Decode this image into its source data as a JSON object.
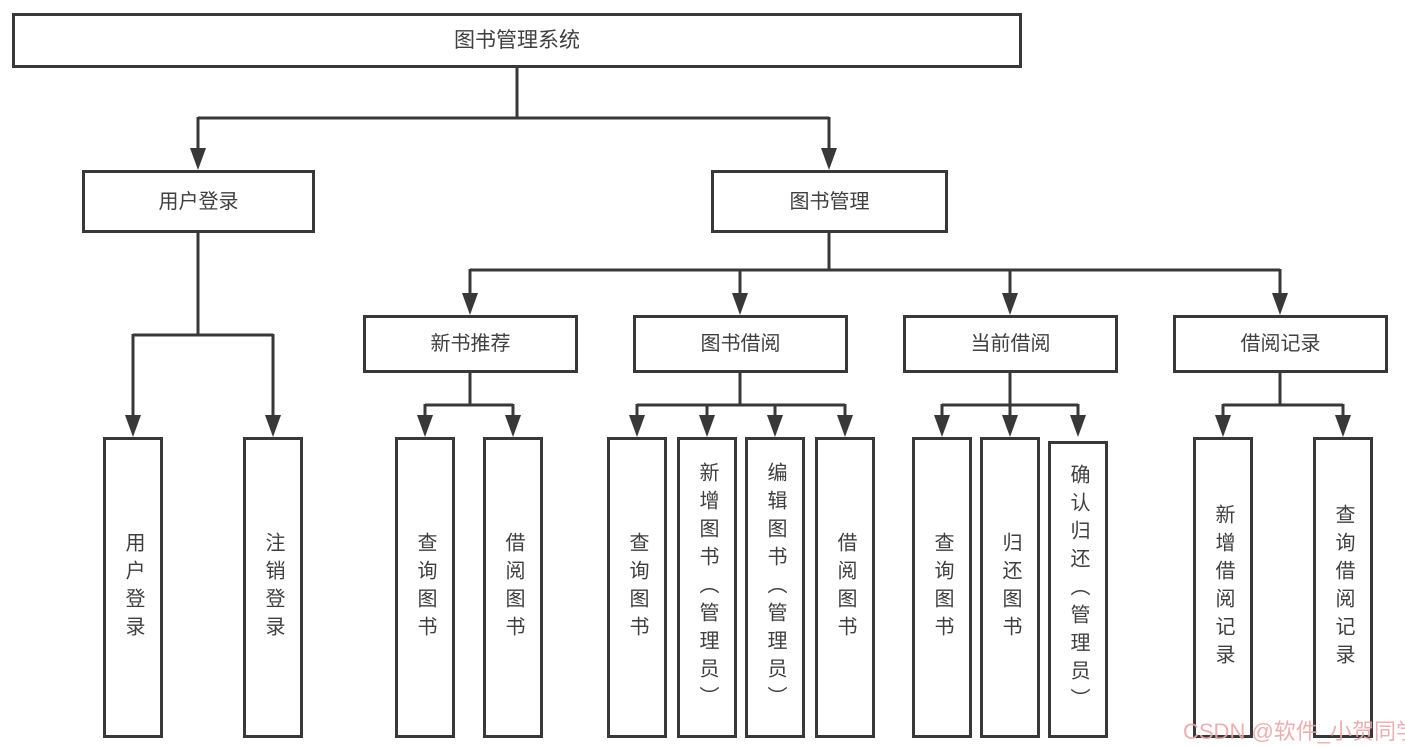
{
  "tree": {
    "label": "图书管理系统",
    "children": [
      {
        "label": "用户登录",
        "children": [
          {
            "label": "用户登录"
          },
          {
            "label": "注销登录"
          }
        ]
      },
      {
        "label": "图书管理",
        "children": [
          {
            "label": "新书推荐",
            "children": [
              {
                "label": "查询图书"
              },
              {
                "label": "借阅图书"
              }
            ]
          },
          {
            "label": "图书借阅",
            "children": [
              {
                "label": "查询图书"
              },
              {
                "label": "新增图书（管理员）"
              },
              {
                "label": "编辑图书（管理员）"
              },
              {
                "label": "借阅图书"
              }
            ]
          },
          {
            "label": "当前借阅",
            "children": [
              {
                "label": "查询图书"
              },
              {
                "label": "归还图书"
              },
              {
                "label": "确认归还（管理员）"
              }
            ]
          },
          {
            "label": "借阅记录",
            "children": [
              {
                "label": "新增借阅记录"
              },
              {
                "label": "查询借阅记录"
              }
            ]
          }
        ]
      }
    ]
  },
  "watermark": {
    "text": "CSDN @软件_小贺同学"
  },
  "colors": {
    "line": "#383838",
    "box_border": "#383838",
    "box_bg": "#ffffff",
    "text": "#3f3f3f",
    "watermark": "#eba8a8"
  }
}
